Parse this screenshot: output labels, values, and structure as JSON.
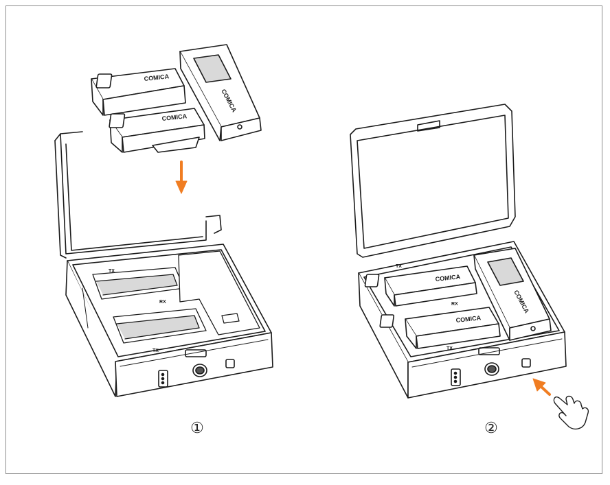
{
  "steps": [
    {
      "label": "①"
    },
    {
      "label": "②"
    }
  ],
  "device": {
    "brand": "COMICA",
    "tx_label": "TX",
    "rx_label": "RX"
  },
  "colors": {
    "arrow": "#f07d22",
    "line": "#1a1a1a",
    "shade": "#d9d9d9",
    "frame": "#8a8a8a"
  },
  "icons": {
    "step1_arrow": "down-arrow-icon",
    "step2_arrow": "diagonal-arrow-icon",
    "hand": "pointing-hand-icon"
  }
}
